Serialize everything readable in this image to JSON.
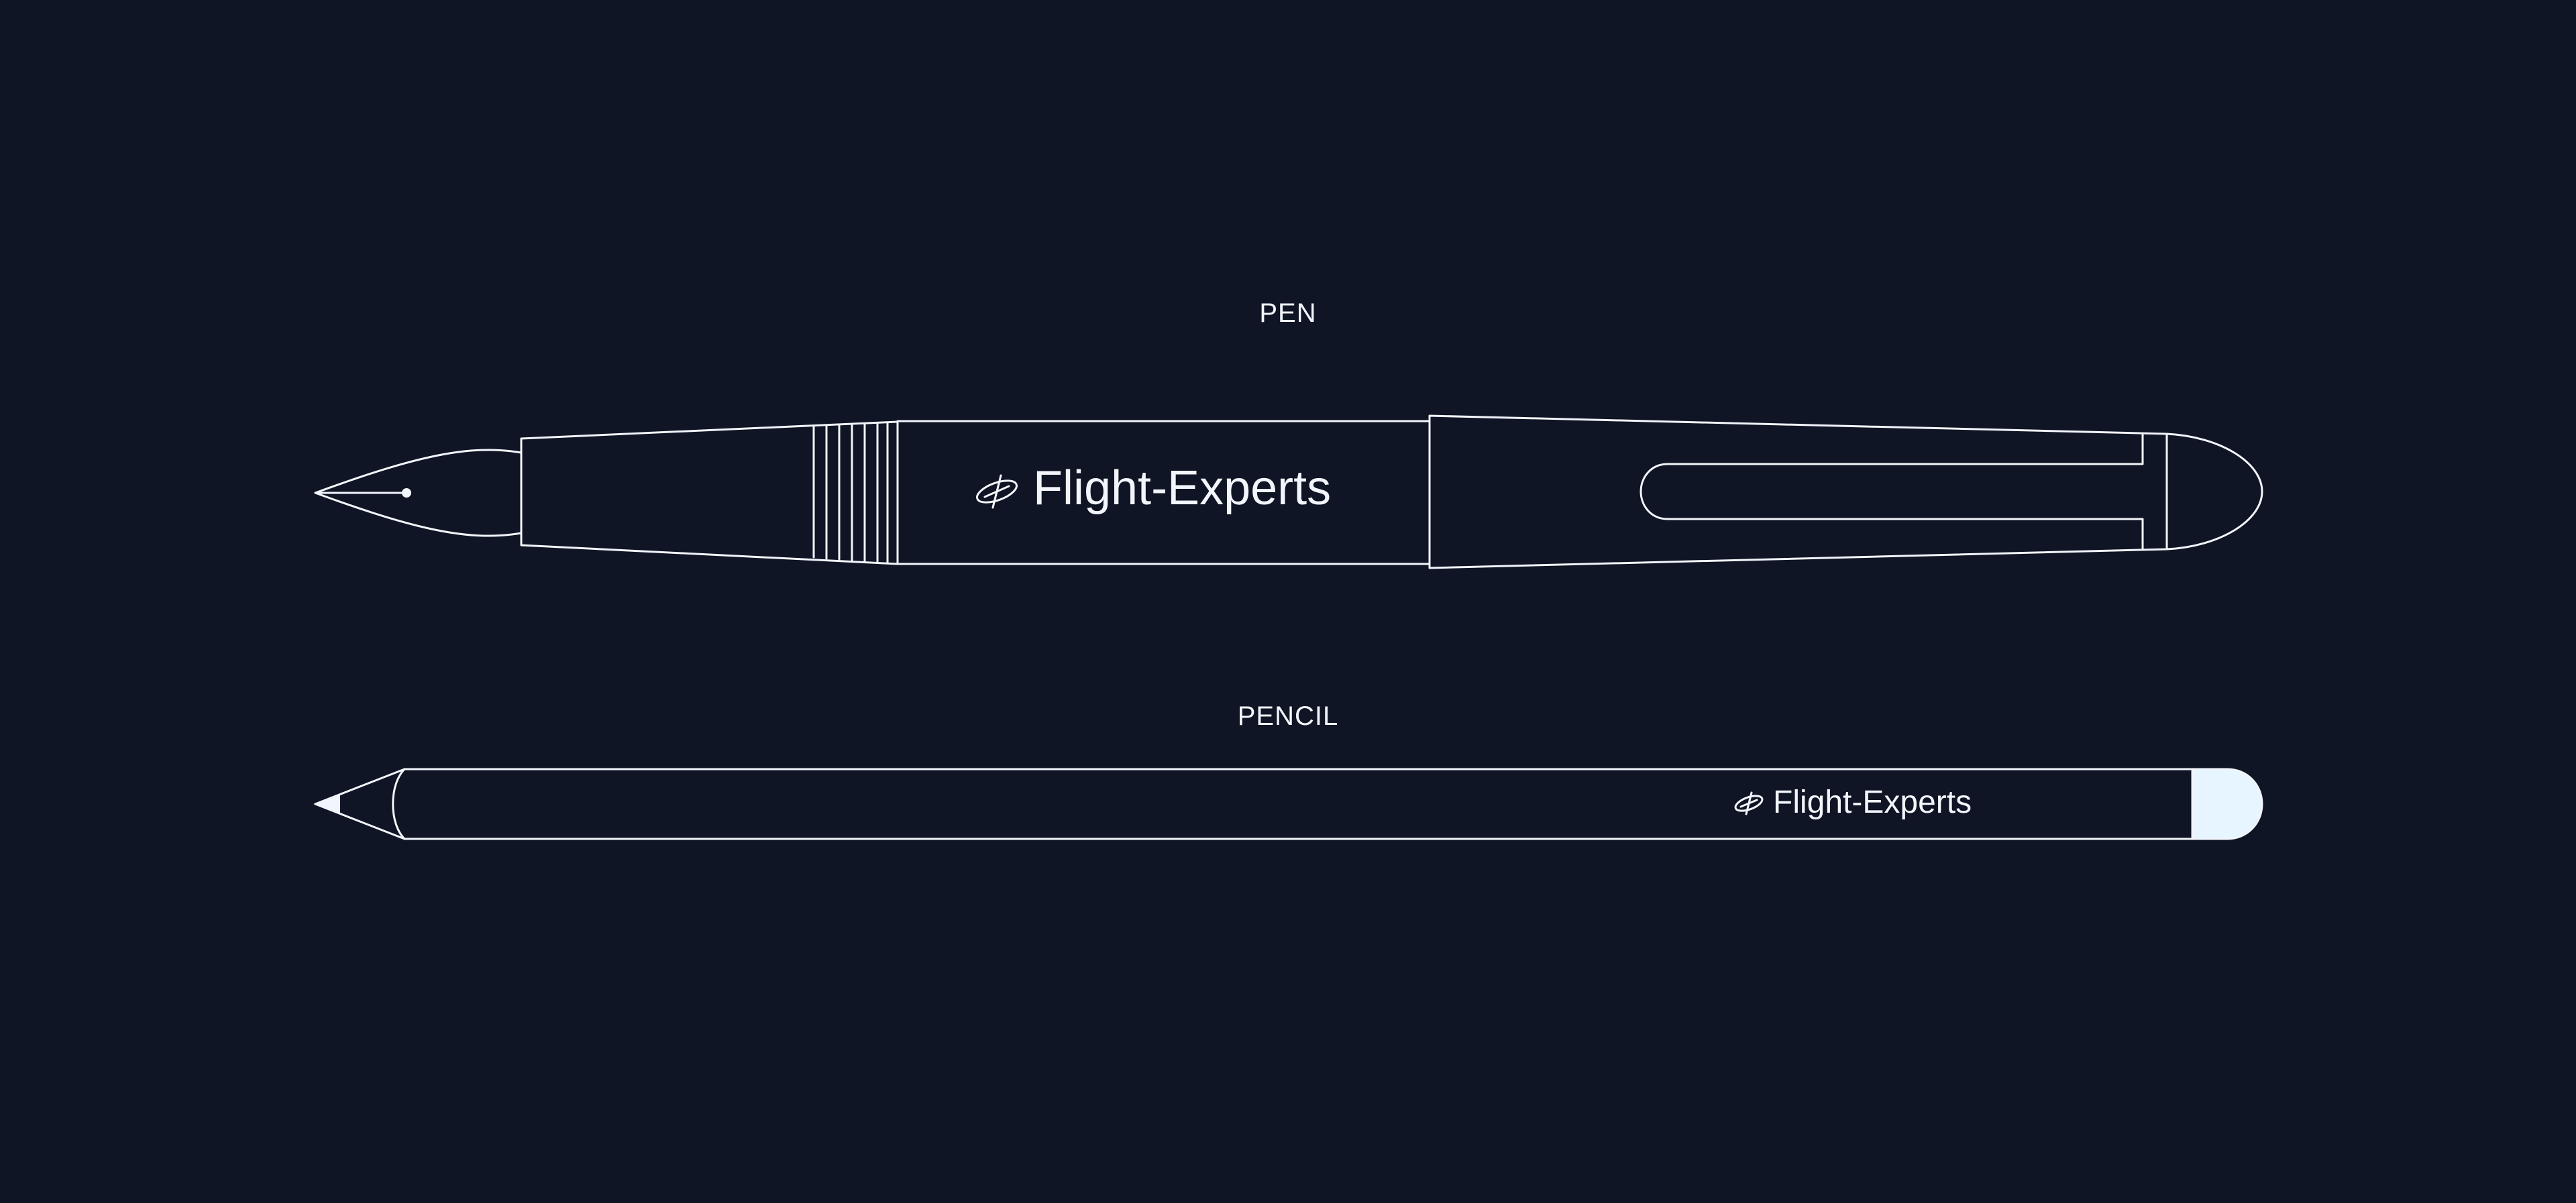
{
  "labels": {
    "pen": "PEN",
    "pencil": "PENCIL"
  },
  "brand": {
    "name": "Flight-Experts",
    "logo_icon": "orbit-plane-icon"
  },
  "colors": {
    "background": "#0f1524",
    "line": "#f2f5fb",
    "eraser": "#e6f5ff"
  }
}
